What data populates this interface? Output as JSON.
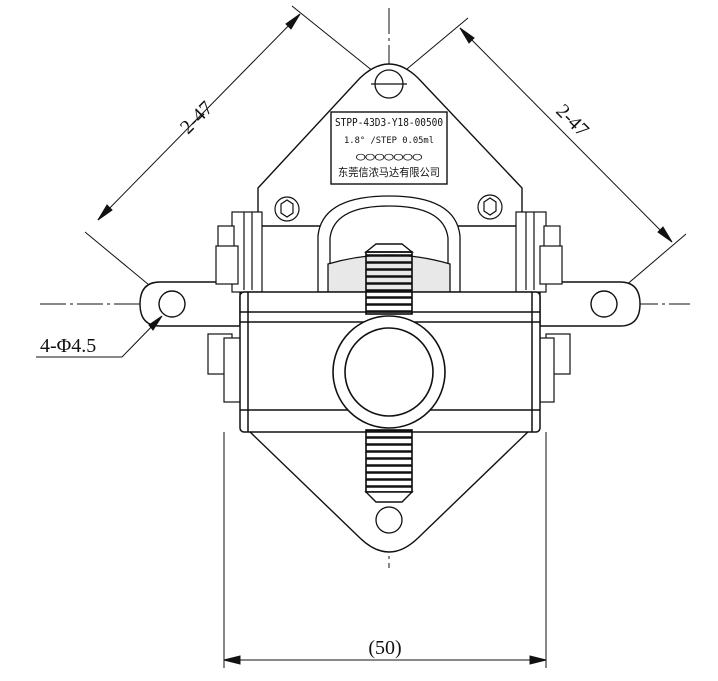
{
  "dimensions": {
    "left_diag": "2-47",
    "right_diag": "2-47",
    "holes": "4-Φ4.5",
    "width": "(50)"
  },
  "nameplate": {
    "model": "STPP-43D3-Y18-00500",
    "spec": "1.8° /STEP 0.05ml",
    "dots": "○○○○○○○",
    "company": "东莞信浓马达有限公司"
  },
  "colors": {
    "line": "#111111",
    "background": "#ffffff"
  }
}
